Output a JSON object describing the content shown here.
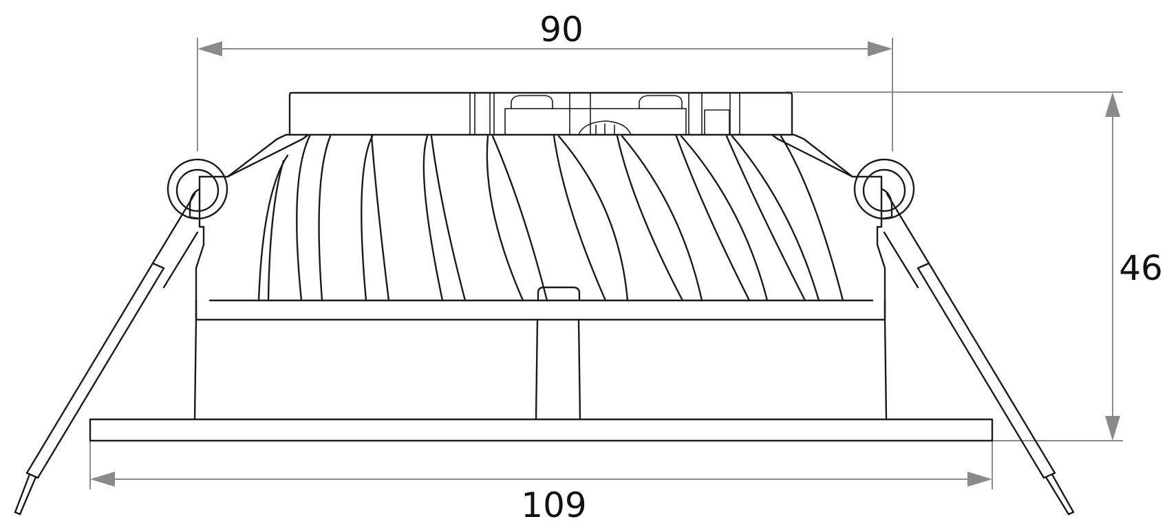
{
  "dimensions": {
    "top_width": "90",
    "height": "46",
    "bottom_width": "109"
  },
  "colors": {
    "outline": "#1a1a1a",
    "dimension_line": "#8a8a8a",
    "text": "#111111",
    "background": "#ffffff"
  }
}
